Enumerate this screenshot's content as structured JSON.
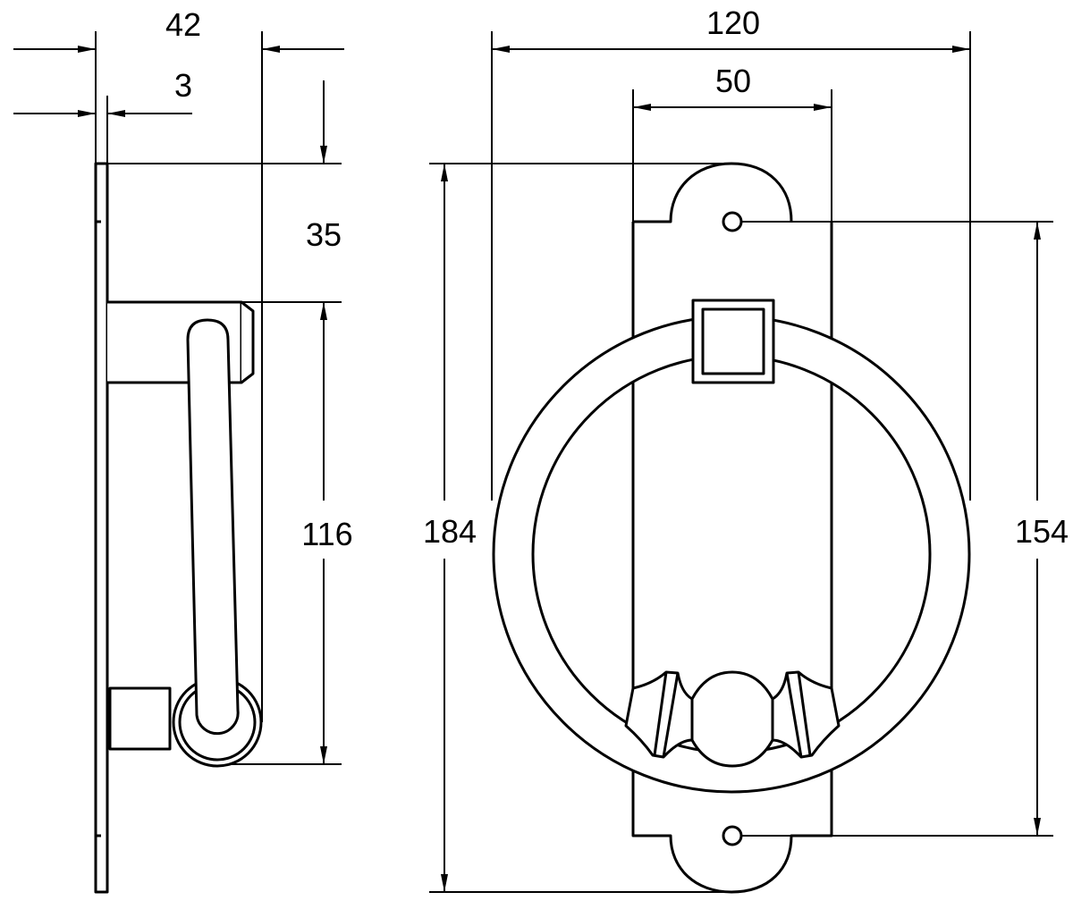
{
  "drawing": {
    "side_view": {
      "dimensions": {
        "width": "42",
        "plate_thickness": "3",
        "top_offset": "35",
        "knocker_height": "116"
      }
    },
    "front_view": {
      "dimensions": {
        "overall_width": "120",
        "plate_width": "50",
        "overall_height": "184",
        "hole_spacing": "154"
      }
    }
  }
}
